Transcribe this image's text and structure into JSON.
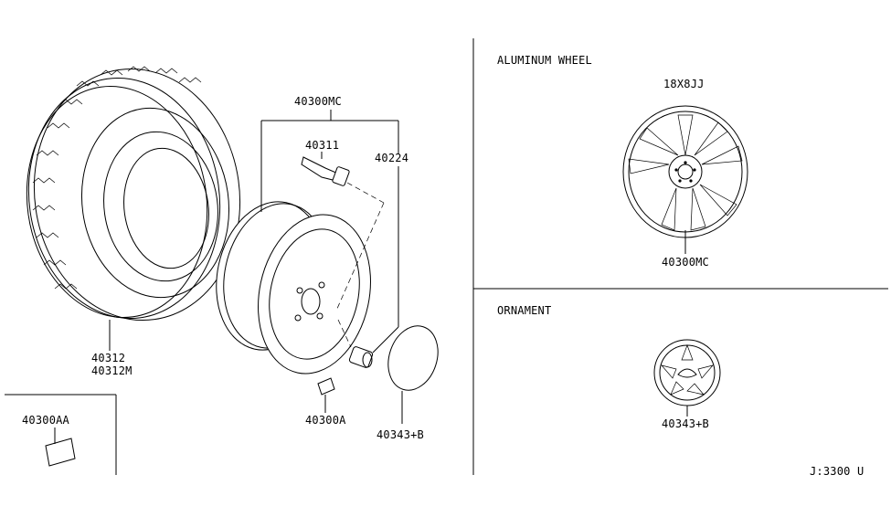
{
  "sections": {
    "aluminum_wheel": {
      "title": "ALUMINUM WHEEL",
      "size": "18X8JJ",
      "part": "40300MC"
    },
    "ornament": {
      "title": "ORNAMENT",
      "part": "40343+B"
    }
  },
  "callouts": {
    "tire_a": "40312",
    "tire_b": "40312M",
    "wheel_assembly": "40300MC",
    "valve": "40311",
    "nut": "40224",
    "weight": "40300A",
    "cap": "40343+B",
    "label_plate": "40300AA"
  },
  "diagram_code": "J:3300 U"
}
